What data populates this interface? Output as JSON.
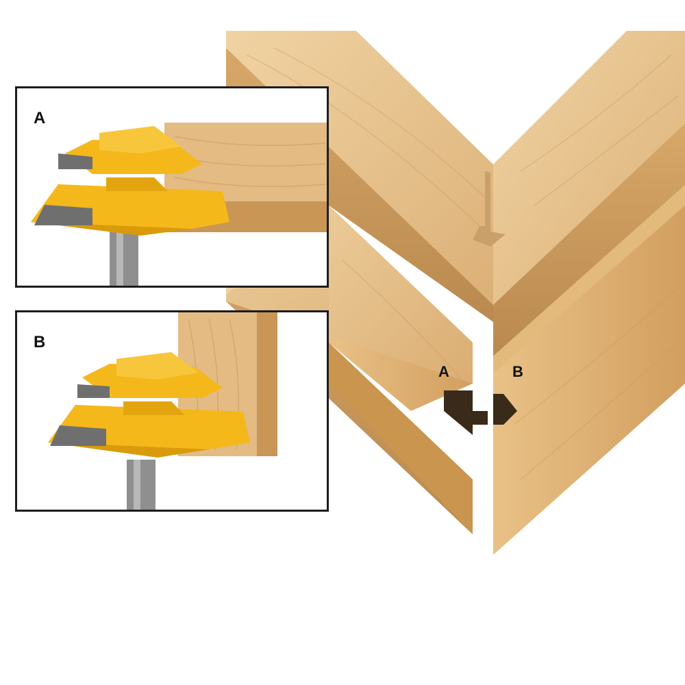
{
  "panels": {
    "a": {
      "label": "A"
    },
    "b": {
      "label": "B"
    }
  },
  "joint": {
    "label_a": "A",
    "label_b": "B"
  },
  "colors": {
    "wood_light": "#e8c48e",
    "wood_mid": "#d9ab6c",
    "wood_dark": "#b98a4f",
    "bit_yellow": "#f5b81a",
    "bit_shadow": "#d99a0b",
    "steel": "#8f8f8f",
    "panel_border": "#1c1c1c"
  },
  "icons": [
    "router-bit-icon",
    "router-bit-icon"
  ]
}
